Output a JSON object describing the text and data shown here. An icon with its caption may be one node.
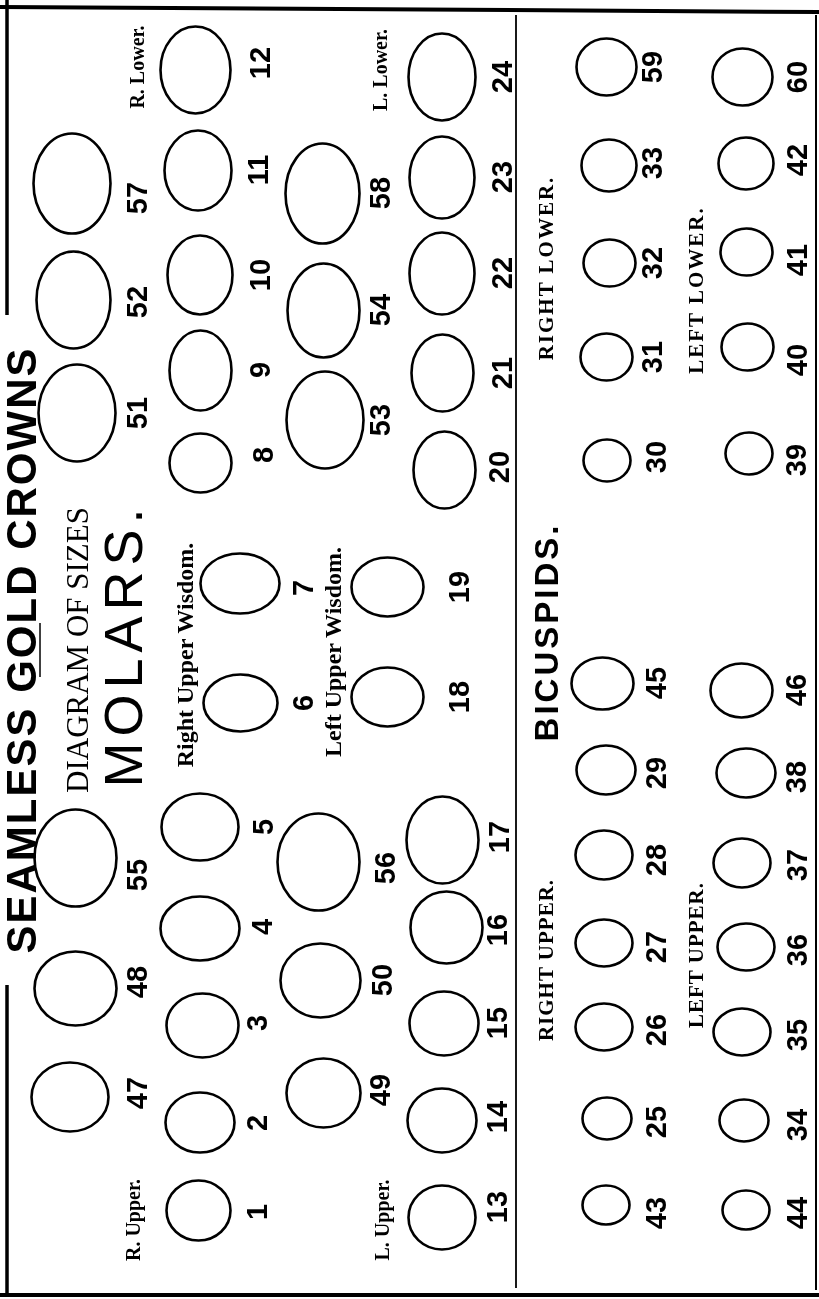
{
  "diagram": {
    "title": "SEAMLESS GOLD CROWNS",
    "nodes": [
      {
        "text": [],
        "shape": "circle",
        "beside": [
          "47"
        ]
      },
      {
        "text": [],
        "shape": "circle",
        "beside": [
          "48"
        ]
      },
      {
        "text": [],
        "shape": "circle",
        "beside": [
          "55"
        ]
      },
      {
        "text": [],
        "shape": "circle",
        "beside": [
          "51"
        ]
      },
      {
        "text": [],
        "shape": "circle",
        "beside": [
          "52"
        ]
      },
      {
        "text": [],
        "shape": "circle",
        "beside": [
          "57"
        ]
      },
      {
        "text": [],
        "shape": "circle",
        "beside": [
          "1"
        ]
      },
      {
        "text": [],
        "shape": "circle",
        "beside": [
          "2"
        ]
      },
      {
        "text": [],
        "shape": "circle",
        "beside": [
          "3"
        ]
      },
      {
        "text": [],
        "shape": "circle",
        "beside": [
          "4"
        ]
      },
      {
        "text": [],
        "shape": "circle",
        "beside": [
          "5"
        ]
      },
      {
        "text": [],
        "shape": "circle",
        "beside": [
          "6"
        ]
      },
      {
        "text": [],
        "shape": "circle",
        "beside": [
          "7"
        ]
      },
      {
        "text": [],
        "shape": "circle",
        "beside": [
          "8"
        ]
      },
      {
        "text": [],
        "shape": "circle",
        "beside": [
          "9"
        ]
      },
      {
        "text": [],
        "shape": "circle",
        "beside": [
          "10"
        ]
      },
      {
        "text": [],
        "shape": "circle",
        "beside": [
          "11"
        ]
      },
      {
        "text": [],
        "shape": "circle",
        "beside": [
          "12"
        ]
      },
      {
        "text": [],
        "shape": "circle",
        "beside": [
          "49"
        ]
      },
      {
        "text": [],
        "shape": "circle",
        "beside": [
          "50"
        ]
      },
      {
        "text": [],
        "shape": "circle",
        "beside": [
          "56"
        ]
      },
      {
        "text": [],
        "shape": "circle",
        "beside": [
          "18"
        ]
      },
      {
        "text": [],
        "shape": "circle",
        "beside": [
          "19"
        ]
      },
      {
        "text": [],
        "shape": "circle",
        "beside": [
          "53"
        ]
      },
      {
        "text": [],
        "shape": "circle",
        "beside": [
          "54"
        ]
      },
      {
        "text": [],
        "shape": "circle",
        "beside": [
          "58"
        ]
      },
      {
        "text": [],
        "shape": "circle",
        "beside": [
          "13"
        ]
      },
      {
        "text": [],
        "shape": "circle",
        "beside": [
          "14"
        ]
      },
      {
        "text": [],
        "shape": "circle",
        "beside": [
          "15"
        ]
      },
      {
        "text": [],
        "shape": "circle",
        "beside": [
          "16"
        ]
      },
      {
        "text": [],
        "shape": "circle",
        "beside": [
          "17"
        ]
      },
      {
        "text": [],
        "shape": "circle",
        "beside": [
          "20"
        ]
      },
      {
        "text": [],
        "shape": "circle",
        "beside": [
          "21"
        ]
      },
      {
        "text": [],
        "shape": "circle",
        "beside": [
          "22"
        ]
      },
      {
        "text": [],
        "shape": "circle",
        "beside": [
          "23"
        ]
      },
      {
        "text": [],
        "shape": "circle",
        "beside": [
          "24"
        ]
      },
      {
        "text": [],
        "shape": "circle",
        "beside": [
          "43"
        ]
      },
      {
        "text": [],
        "shape": "circle",
        "beside": [
          "25"
        ]
      },
      {
        "text": [],
        "shape": "circle",
        "beside": [
          "26"
        ]
      },
      {
        "text": [],
        "shape": "circle",
        "beside": [
          "27"
        ]
      },
      {
        "text": [],
        "shape": "circle",
        "beside": [
          "28"
        ]
      },
      {
        "text": [],
        "shape": "circle",
        "beside": [
          "29"
        ]
      },
      {
        "text": [],
        "shape": "circle",
        "beside": [
          "45"
        ]
      },
      {
        "text": [],
        "shape": "circle",
        "beside": [
          "30"
        ]
      },
      {
        "text": [],
        "shape": "circle",
        "beside": [
          "31"
        ]
      },
      {
        "text": [],
        "shape": "circle",
        "beside": [
          "32"
        ]
      },
      {
        "text": [],
        "shape": "circle",
        "beside": [
          "33"
        ]
      },
      {
        "text": [],
        "shape": "circle",
        "beside": [
          "59"
        ]
      },
      {
        "text": [],
        "shape": "circle",
        "beside": [
          "44"
        ]
      },
      {
        "text": [],
        "shape": "circle",
        "beside": [
          "34"
        ]
      },
      {
        "text": [],
        "shape": "circle",
        "beside": [
          "35"
        ]
      },
      {
        "text": [],
        "shape": "circle",
        "beside": [
          "36"
        ]
      },
      {
        "text": [],
        "shape": "circle",
        "beside": [
          "37"
        ]
      },
      {
        "text": [],
        "shape": "circle",
        "beside": [
          "38"
        ]
      },
      {
        "text": [],
        "shape": "circle",
        "beside": [
          "46"
        ]
      },
      {
        "text": [],
        "shape": "circle",
        "beside": [
          "39"
        ]
      },
      {
        "text": [],
        "shape": "circle",
        "beside": [
          "40"
        ]
      },
      {
        "text": [],
        "shape": "circle",
        "beside": [
          "41"
        ]
      },
      {
        "text": [],
        "shape": "circle",
        "beside": [
          "42"
        ]
      },
      {
        "text": [],
        "shape": "circle",
        "beside": [
          "60"
        ]
      }
    ],
    "labels": [
      "DIAGRAM OF SIZES",
      "MOLARS.",
      "R. Upper.",
      "R. Lower.",
      "Right Upper Wisdom.",
      "Left Upper Wisdom.",
      "L. Upper.",
      "L. Lower.",
      "BICUSPIDS.",
      "RIGHT UPPER.",
      "RIGHT LOWER.",
      "LEFT UPPER.",
      "LEFT LOWER."
    ]
  }
}
